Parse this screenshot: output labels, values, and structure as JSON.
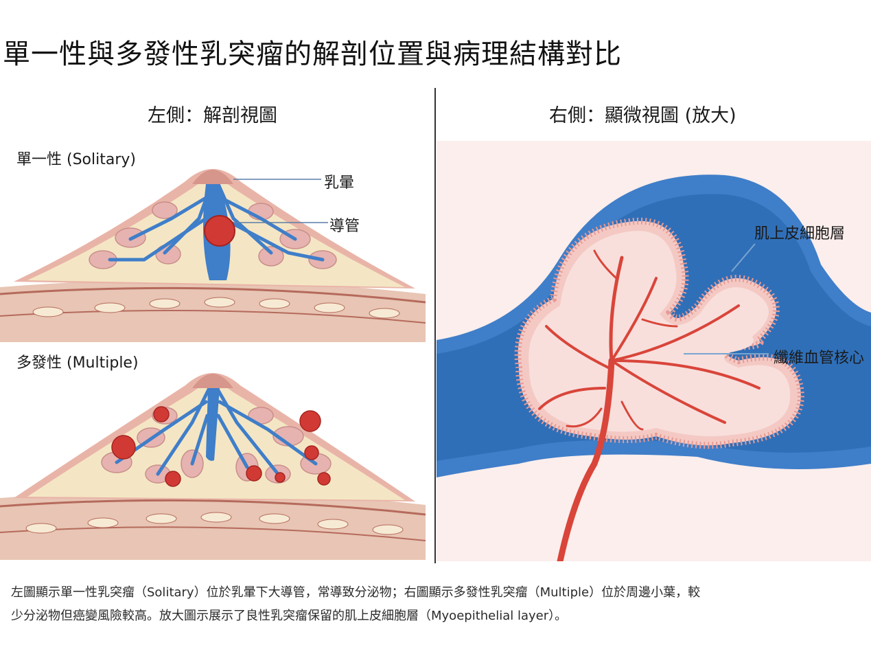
{
  "title": "單一性與多發性乳突瘤的解剖位置與病理結構對比",
  "left_panel": {
    "heading": "左側：解剖視圖",
    "solitary_label": "單一性 (Solitary)",
    "multiple_label": "多發性 (Multiple)",
    "annotations": {
      "areola": "乳暈",
      "duct": "導管"
    }
  },
  "right_panel": {
    "heading": "右側：顯微視圖 (放大)",
    "annotations": {
      "myoepithelial": "肌上皮細胞層",
      "fibrovascular": "纖維血管核心"
    }
  },
  "caption": {
    "line1": "左圖顯示單一性乳突瘤（Solitary）位於乳暈下大導管，常導致分泌物；右圖顯示多發性乳突瘤（Multiple）位於周邊小葉，較",
    "line2": "少分泌物但癌變風險較高。放大圖示展示了良性乳突瘤保留的肌上皮細胞層（Myoepithelial layer）。"
  },
  "colors": {
    "duct": "#3f7ec9",
    "tumor": "#d13a34",
    "fat": "#f4e6c4",
    "skin": "#e9b4a8",
    "lobule": "#e6b3b0",
    "fluid_blue": "#2f6fb8",
    "papilla": "#f4c9c4",
    "vessel": "#d9453a"
  }
}
